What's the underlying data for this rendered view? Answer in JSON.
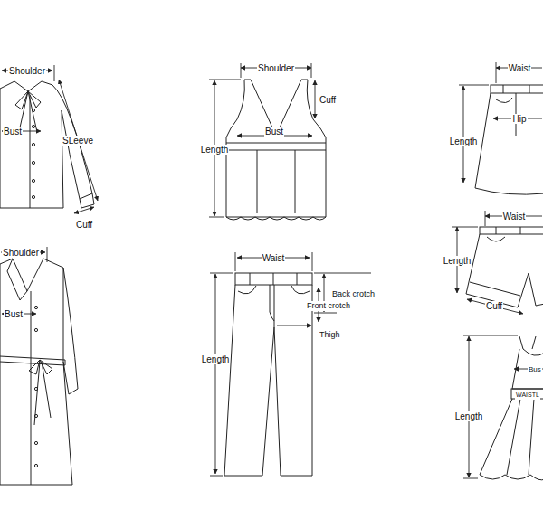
{
  "diagram": {
    "labels": [
      "Shoulder",
      "Bust",
      "SLeeve",
      "Cuff",
      "Shoulder",
      "Cuff",
      "Length",
      "Bust",
      "Waist",
      "Hip",
      "Length",
      "Waist",
      "Length",
      "Cuff",
      "Shoulder",
      "Bust",
      "Waist",
      "Back crotch",
      "Front crotch",
      "Thigh",
      "Length",
      "Bus",
      "WAISTL",
      "Length"
    ]
  }
}
